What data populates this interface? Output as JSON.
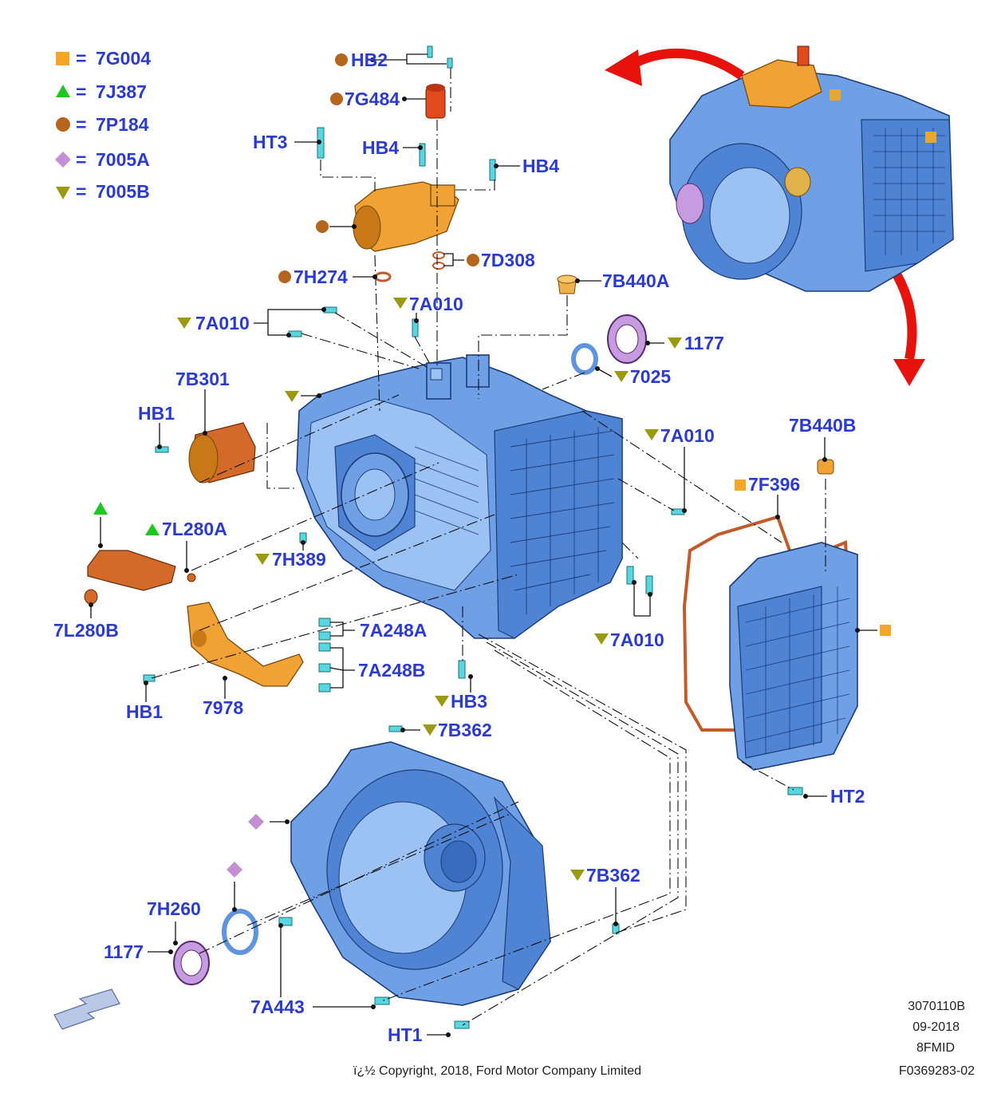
{
  "legend": [
    {
      "symbol": "square",
      "color": "#f5a623",
      "eq": "=",
      "code": "7G004",
      "icon": "orange-square-icon"
    },
    {
      "symbol": "triangle-up",
      "color": "#1ec71e",
      "eq": "=",
      "code": "7J387",
      "icon": "green-triangle-icon"
    },
    {
      "symbol": "circle",
      "color": "#b5651d",
      "eq": "=",
      "code": "7P184",
      "icon": "brown-circle-icon"
    },
    {
      "symbol": "diamond",
      "color": "#c58fd6",
      "eq": "=",
      "code": "7005A",
      "icon": "violet-diamond-icon"
    },
    {
      "symbol": "triangle-down",
      "color": "#9a9a10",
      "eq": "=",
      "code": "7005B",
      "icon": "olive-triangle-icon"
    }
  ],
  "callouts": {
    "hb2": "HB2",
    "g484": "7G484",
    "ht3": "HT3",
    "hb4_a": "HB4",
    "hb4_b": "HB4",
    "d308": "7D308",
    "h274": "7H274",
    "b440a": "7B440A",
    "a010_top_left": "7A010",
    "a010_top_mid": "7A010",
    "n1177_right": "1177",
    "n7025": "7025",
    "b301": "7B301",
    "hb1_top": "HB1",
    "a010_right": "7A010",
    "b440b": "7B440B",
    "f396": "7F396",
    "l280a": "7L280A",
    "h389": "7H389",
    "l280b": "7L280B",
    "a248a": "7A248A",
    "a248b": "7A248B",
    "a010_lower": "7A010",
    "hb3": "HB3",
    "hb1_bottom": "HB1",
    "n7978": "7978",
    "b362_top": "7B362",
    "ht2": "HT2",
    "b362_right": "7B362",
    "h260": "7H260",
    "n1177_left": "1177",
    "a443": "7A443",
    "ht1": "HT1"
  },
  "footer": {
    "code1": "3070110B",
    "date": "09-2018",
    "code2": "8FMID",
    "code3": "F0369283-02",
    "copyright": "ï¿½ Copyright, 2018, Ford Motor Company Limited"
  },
  "colors": {
    "label": "#2b3bd1",
    "housing": "#6fa0e6",
    "orange_part": "#f0a234",
    "arrow_red": "#e8120c",
    "bolt": "#59d6e0"
  }
}
